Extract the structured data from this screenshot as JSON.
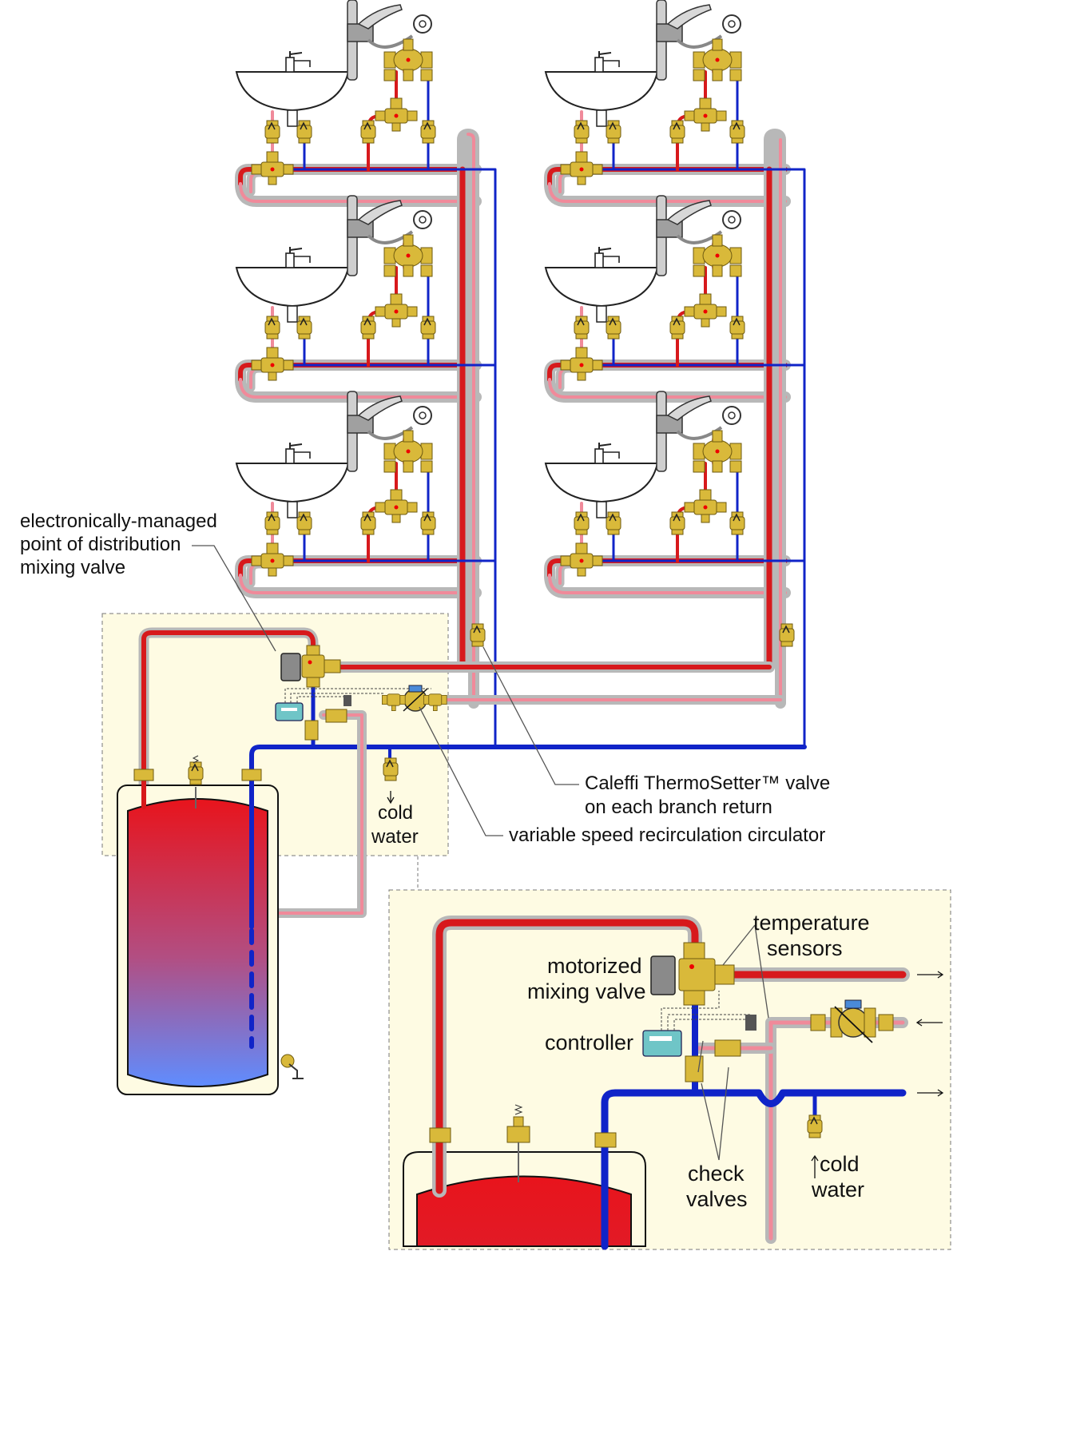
{
  "labels": {
    "pod_valve_line1": "electronically-managed",
    "pod_valve_line2": "point of distribution",
    "pod_valve_line3": "mixing valve",
    "thermosetter_line1": "Caleffi ThermoSetter™ valve",
    "thermosetter_line2": "on each branch return",
    "circulator": "variable speed recirculation circulator",
    "cold_water_1_line1": "cold",
    "cold_water_1_line2": "water",
    "temp_sensors_line1": "temperature",
    "temp_sensors_line2": "sensors",
    "motorized_line1": "motorized",
    "motorized_line2": "mixing valve",
    "controller": "controller",
    "check_valves_line1": "check",
    "check_valves_line2": "valves",
    "cold_water_2_line1": "cold",
    "cold_water_2_line2": "water"
  },
  "colors": {
    "hot": "#d7191c",
    "return": "#f08a9a",
    "cold": "#1024c8",
    "brass": "#d9b93a",
    "tank_fill_top": "#e8141c",
    "tank_fill_bottom": "#5f8dff",
    "panel": "#fefbe3"
  }
}
